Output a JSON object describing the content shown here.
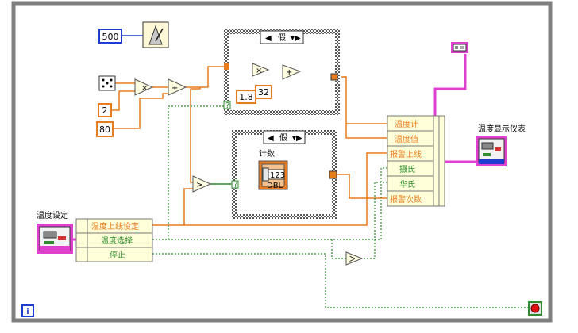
{
  "constants": {
    "wait_ms": "500",
    "c2": "2",
    "c80": "80",
    "c1_8": "1.8",
    "c32": "32"
  },
  "case_structures": [
    {
      "selector": "假"
    },
    {
      "selector": "假"
    }
  ],
  "count_indicator": {
    "label": "计数",
    "type": "123",
    "subtype": "DBL"
  },
  "cluster_input": {
    "label": "温度设定",
    "fields": [
      "温度上线设定",
      "温度选择",
      "停止"
    ]
  },
  "bundle": {
    "fields": [
      "温度计",
      "温度值",
      "报警上线",
      "摄氏",
      "华氏",
      "报警次数"
    ]
  },
  "cluster_output": {
    "label": "温度显示仪表"
  },
  "info_badge": "i",
  "colors": {
    "orange": "#e87b1e",
    "green": "#2e8b2e",
    "pink": "#e040d0",
    "blue": "#1e3ccf",
    "frame": "#7f7f7f"
  }
}
